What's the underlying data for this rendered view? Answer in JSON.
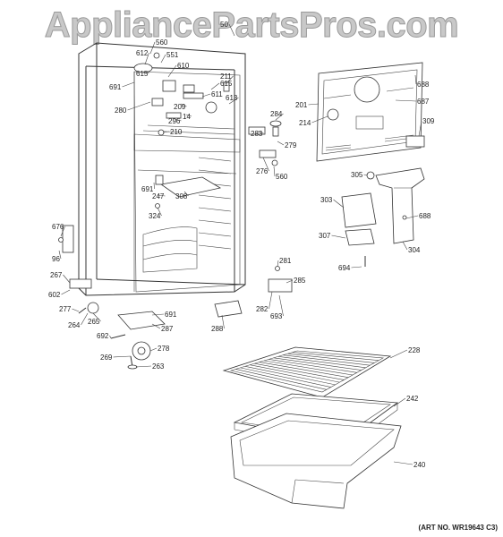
{
  "watermark": "AppliancePartsPros.com",
  "art_number": "(ART NO. WR19643 C3)",
  "callouts": [
    {
      "id": "50",
      "label": "50"
    },
    {
      "id": "560a",
      "label": "560"
    },
    {
      "id": "551",
      "label": "551"
    },
    {
      "id": "612",
      "label": "612"
    },
    {
      "id": "610",
      "label": "610"
    },
    {
      "id": "615a",
      "label": "615"
    },
    {
      "id": "691a",
      "label": "691"
    },
    {
      "id": "615b",
      "label": "615"
    },
    {
      "id": "211",
      "label": "211"
    },
    {
      "id": "611",
      "label": "611"
    },
    {
      "id": "613",
      "label": "613"
    },
    {
      "id": "209",
      "label": "209"
    },
    {
      "id": "14",
      "label": "14"
    },
    {
      "id": "280",
      "label": "280"
    },
    {
      "id": "296",
      "label": "296"
    },
    {
      "id": "210",
      "label": "210"
    },
    {
      "id": "691b",
      "label": "691"
    },
    {
      "id": "247",
      "label": "247"
    },
    {
      "id": "308",
      "label": "308"
    },
    {
      "id": "324",
      "label": "324"
    },
    {
      "id": "676",
      "label": "676"
    },
    {
      "id": "96",
      "label": "96"
    },
    {
      "id": "267",
      "label": "267"
    },
    {
      "id": "602",
      "label": "602"
    },
    {
      "id": "277",
      "label": "277"
    },
    {
      "id": "264",
      "label": "264"
    },
    {
      "id": "265",
      "label": "265"
    },
    {
      "id": "691c",
      "label": "691"
    },
    {
      "id": "287",
      "label": "287"
    },
    {
      "id": "692",
      "label": "692"
    },
    {
      "id": "278",
      "label": "278"
    },
    {
      "id": "269",
      "label": "269"
    },
    {
      "id": "263",
      "label": "263"
    },
    {
      "id": "288",
      "label": "288"
    },
    {
      "id": "284",
      "label": "284"
    },
    {
      "id": "283",
      "label": "283"
    },
    {
      "id": "279",
      "label": "279"
    },
    {
      "id": "276",
      "label": "276"
    },
    {
      "id": "560b",
      "label": "560"
    },
    {
      "id": "281",
      "label": "281"
    },
    {
      "id": "285",
      "label": "285"
    },
    {
      "id": "282",
      "label": "282"
    },
    {
      "id": "693",
      "label": "693"
    },
    {
      "id": "201",
      "label": "201"
    },
    {
      "id": "214",
      "label": "214"
    },
    {
      "id": "688a",
      "label": "688"
    },
    {
      "id": "687",
      "label": "687"
    },
    {
      "id": "309",
      "label": "309"
    },
    {
      "id": "305",
      "label": "305"
    },
    {
      "id": "303",
      "label": "303"
    },
    {
      "id": "688b",
      "label": "688"
    },
    {
      "id": "307",
      "label": "307"
    },
    {
      "id": "304",
      "label": "304"
    },
    {
      "id": "694",
      "label": "694"
    },
    {
      "id": "228",
      "label": "228"
    },
    {
      "id": "242",
      "label": "242"
    },
    {
      "id": "240",
      "label": "240"
    }
  ]
}
